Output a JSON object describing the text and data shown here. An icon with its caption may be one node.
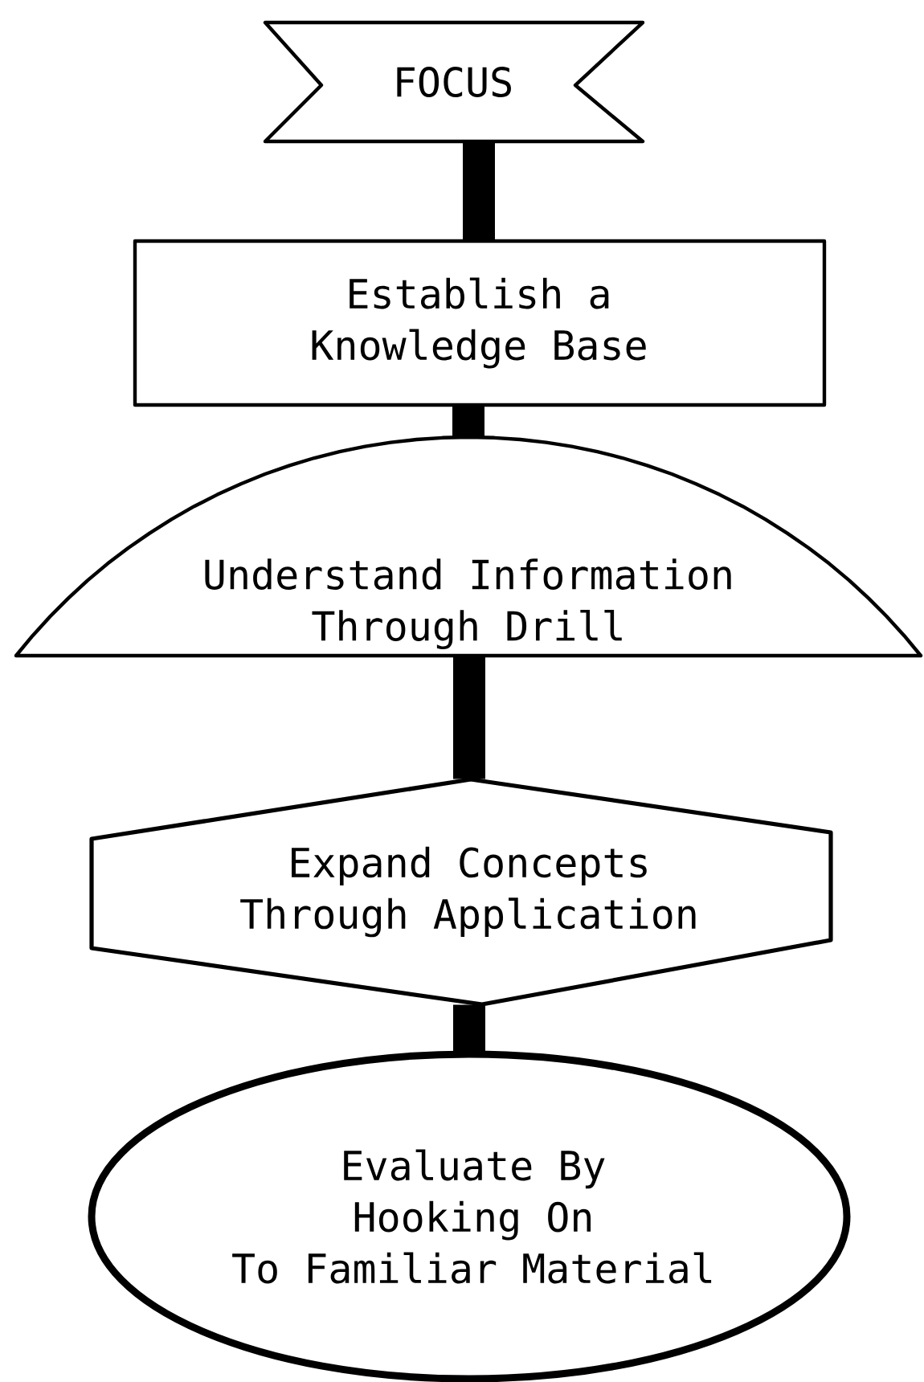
{
  "diagram": {
    "nodes": [
      {
        "text": [
          "FOCUS"
        ]
      },
      {
        "text": [
          "Establish a Knowledge Base"
        ]
      },
      {
        "text": [
          "Understand Information Through Drill"
        ]
      },
      {
        "text": [
          "Expand Concepts Through Application"
        ]
      },
      {
        "text": [
          "Evaluate By Hooking On To Familiar Material"
        ]
      }
    ],
    "edges": [
      {
        "from": 0,
        "to": 1,
        "arrow": "none"
      },
      {
        "from": 1,
        "to": 2,
        "arrow": "none"
      },
      {
        "from": 2,
        "to": 3,
        "arrow": "none"
      },
      {
        "from": 3,
        "to": 4,
        "arrow": "none"
      }
    ]
  }
}
